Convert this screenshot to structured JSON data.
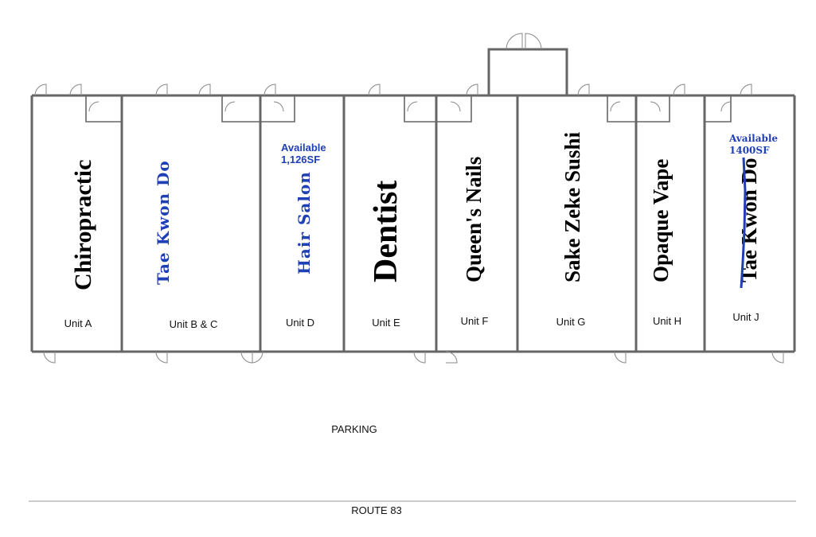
{
  "parking_label": "PARKING",
  "road_label": "ROUTE 83",
  "units": [
    {
      "unit": "Unit A",
      "tenant": "Chiropractic"
    },
    {
      "unit": "Unit B & C",
      "tenant": "Tae Kwon Do"
    },
    {
      "unit": "Unit D",
      "tenant": "Hair Salon",
      "availability": [
        "Available",
        "1,126SF"
      ]
    },
    {
      "unit": "Unit E",
      "tenant": "Dentist"
    },
    {
      "unit": "Unit F",
      "tenant": "Queen's Nails"
    },
    {
      "unit": "Unit G",
      "tenant": "Sake Zeke Sushi"
    },
    {
      "unit": "Unit H",
      "tenant": "Opaque Vape"
    },
    {
      "unit": "Unit J",
      "tenant": "Tae Kwon Do",
      "availability": [
        "Available",
        "1400SF"
      ],
      "tenant_struck_out": true
    }
  ],
  "colors": {
    "walls": "#666666",
    "available_text": "#1f3fb5",
    "strike_line": "#1f3fb5"
  }
}
